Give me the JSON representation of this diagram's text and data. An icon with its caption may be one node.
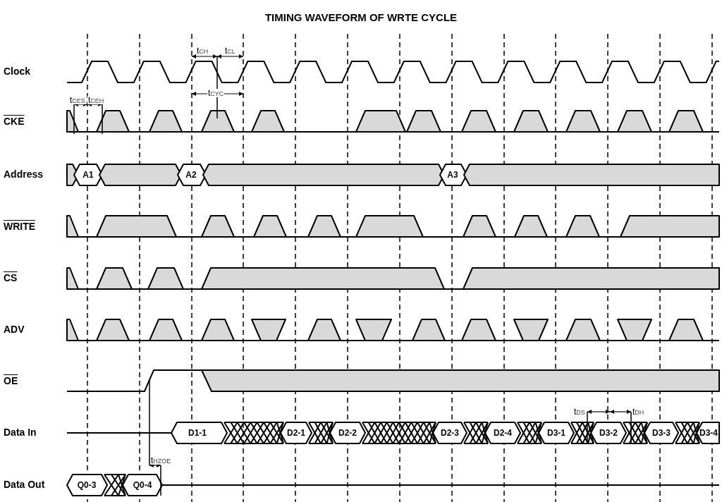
{
  "diagram": {
    "title": "TIMING WAVEFORM OF WRTE CYCLE",
    "labels": [
      "t$_{CH}$",
      "t$_{CL}$",
      "Clock",
      "t$_{CYC}$",
      "t$_{CES}$",
      "t$_{CEH}$",
      "CKE",
      "Address",
      "A1",
      "A2",
      "A3",
      "WRITE",
      "CS",
      "ADV",
      "OE",
      "t$_{DS}$",
      "t$_{DH}$",
      "Data In",
      "D1-1",
      "D2-1",
      "D2-2",
      "D2-3",
      "D2-4",
      "D3-1",
      "D3-2",
      "D3-3",
      "D3-4",
      "t$_{HZOE}$",
      "Data Out",
      "Q0-3",
      "Q0-4"
    ]
  }
}
